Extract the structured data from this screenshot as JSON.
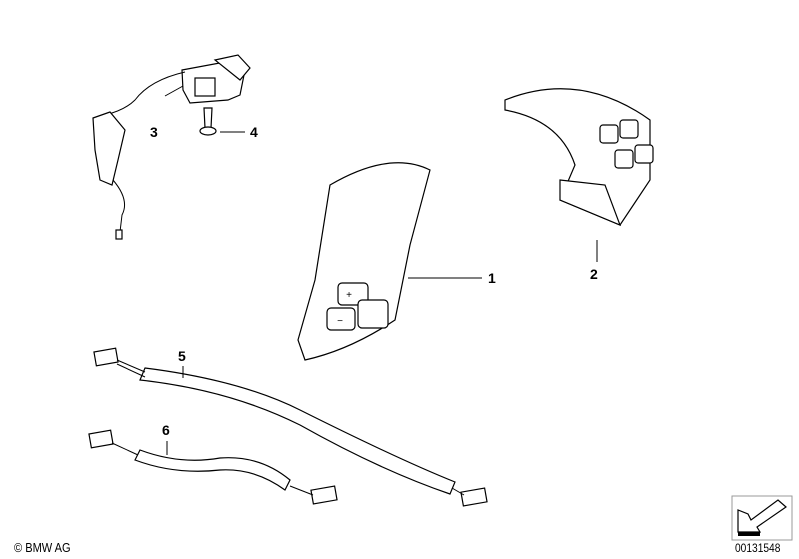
{
  "callouts": [
    {
      "number": "1",
      "part": "part-1"
    },
    {
      "number": "2",
      "part": "part-2"
    },
    {
      "number": "3",
      "part": "part-3"
    },
    {
      "number": "4",
      "part": "part-4"
    },
    {
      "number": "5",
      "part": "part-5"
    },
    {
      "number": "6",
      "part": "part-6"
    }
  ],
  "footer": {
    "copyright": "© BMW AG",
    "diagram_number": "00131548"
  }
}
